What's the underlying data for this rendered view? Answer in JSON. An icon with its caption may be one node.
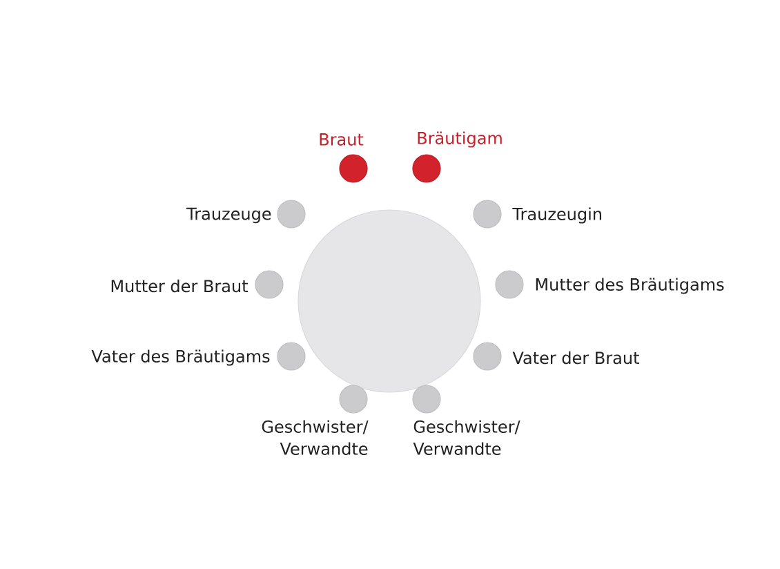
{
  "diagram": {
    "nodes": [
      {
        "text": [],
        "shape": "circle"
      },
      {
        "text": [
          "Braut"
        ]
      },
      {
        "text": [
          "Bräutigam"
        ]
      },
      {
        "text": [
          "Trauzeuge"
        ]
      },
      {
        "text": [
          "Trauzeugin"
        ]
      },
      {
        "text": [
          "Mutter der Braut"
        ]
      },
      {
        "text": [
          "Mutter des Bräutigams"
        ]
      },
      {
        "text": [
          "Vater des Bräutigams"
        ]
      },
      {
        "text": [
          "Vater der Braut"
        ]
      },
      {
        "text": [
          "Geschwister/ Verwandte"
        ]
      },
      {
        "text": [
          "Geschwister/ Verwandte"
        ]
      }
    ]
  }
}
